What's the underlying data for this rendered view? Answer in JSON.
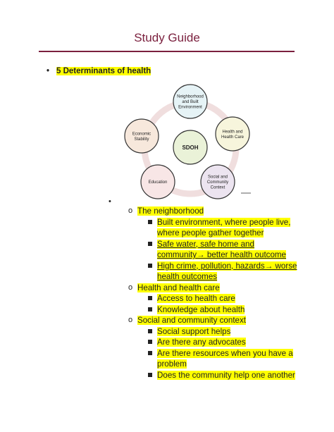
{
  "header": {
    "title": "Study Guide"
  },
  "main_bullet": {
    "marker": "•",
    "text": "5 Determinants of health"
  },
  "diagram": {
    "center": "SDOH",
    "nodes": [
      {
        "lines": [
          "Neighborhood",
          "and Built",
          "Environment"
        ],
        "fill": "#e6f3f6"
      },
      {
        "lines": [
          "Health and",
          "Health Care"
        ],
        "fill": "#f7f5dc"
      },
      {
        "lines": [
          "Social and",
          "Community",
          "Context"
        ],
        "fill": "#ece4f0"
      },
      {
        "lines": [
          "Education"
        ],
        "fill": "#f8e6e6"
      },
      {
        "lines": [
          "Economic",
          "Stability"
        ],
        "fill": "#f7e8dc"
      }
    ],
    "center_fill": "#eaf2d8"
  },
  "stray_bullet": "•",
  "sections": [
    {
      "marker": "o",
      "label": "The neighborhood",
      "items": [
        {
          "text": "Built environment, where people live, where people gather together",
          "underline": false
        },
        {
          "text": "Safe water, safe home and community→ better health outcome",
          "underline": true
        },
        {
          "text": "High crime, pollution, hazards→ worse health outcomes",
          "underline": true
        }
      ]
    },
    {
      "marker": "o",
      "label": "Health and health care",
      "items": [
        {
          "text": "Access to health care",
          "underline": false
        },
        {
          "text": "Knowledge about health",
          "underline": false
        }
      ]
    },
    {
      "marker": "o",
      "label": "Social and community context",
      "items": [
        {
          "text": "Social support helps",
          "underline": false
        },
        {
          "text": "Are there any advocates",
          "underline": false
        },
        {
          "text": "Are there resources when you have a problem",
          "underline": false
        },
        {
          "text": "Does the community help one another",
          "underline": false
        }
      ]
    }
  ]
}
